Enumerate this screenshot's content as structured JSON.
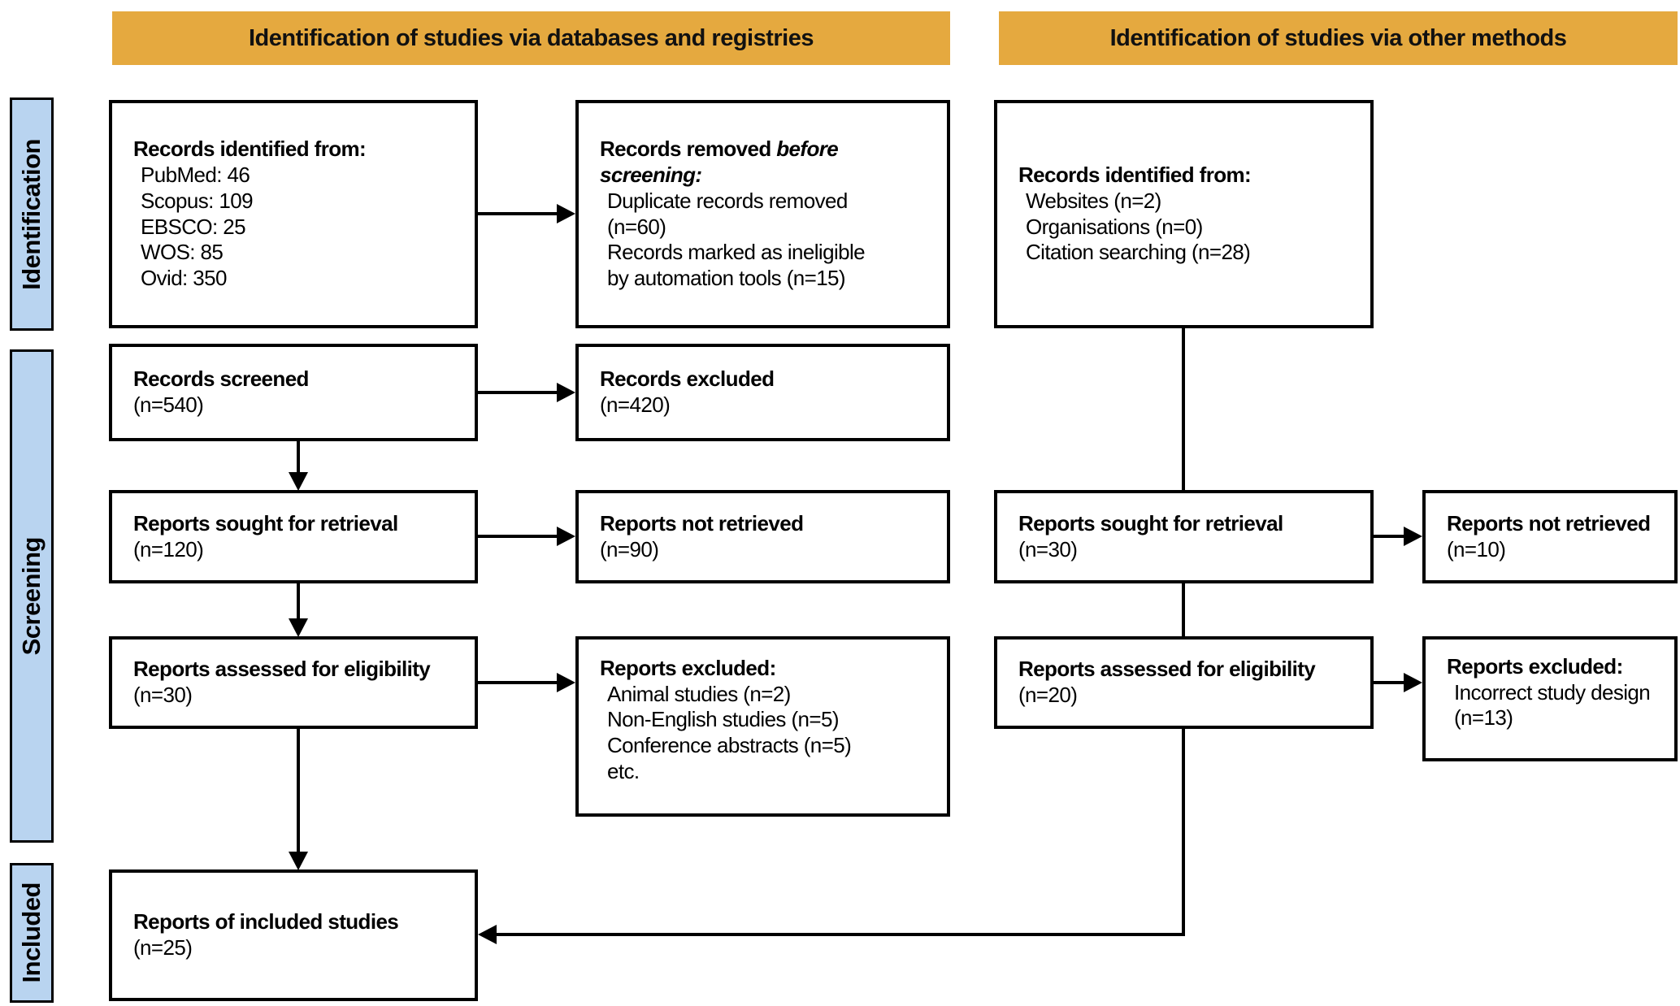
{
  "headers": {
    "left": "Identification of studies via databases and registries",
    "right": "Identification of studies via other methods"
  },
  "stages": {
    "identification": "Identification",
    "screening": "Screening",
    "included": "Included"
  },
  "boxes": {
    "db_identified": {
      "title": "Records identified from:",
      "items": [
        "PubMed: 46",
        "Scopus: 109",
        "EBSCO: 25",
        "WOS: 85",
        "Ovid: 350"
      ]
    },
    "removed_before_screening": {
      "title_normal": "Records removed ",
      "title_italic": "before screening:",
      "items": [
        "Duplicate records removed (n=60)",
        "Records marked as ineligible by automation tools (n=15)"
      ]
    },
    "other_identified": {
      "title": "Records identified from:",
      "items": [
        "Websites (n=2)",
        "Organisations (n=0)",
        "Citation searching (n=28)"
      ]
    },
    "records_screened": {
      "title": "Records screened",
      "count": "(n=540)"
    },
    "records_excluded": {
      "title": "Records excluded",
      "count": "(n=420)"
    },
    "reports_sought_db": {
      "title": "Reports sought for retrieval",
      "count": "(n=120)"
    },
    "reports_not_retrieved_db": {
      "title": "Reports not retrieved",
      "count": "(n=90)"
    },
    "reports_sought_other": {
      "title": "Reports sought for retrieval",
      "count": "(n=30)"
    },
    "reports_not_retrieved_other": {
      "title": "Reports not retrieved",
      "count": "(n=10)"
    },
    "reports_assessed_db": {
      "title": "Reports assessed for eligibility",
      "count": "(n=30)"
    },
    "reports_excluded_db": {
      "title": "Reports excluded:",
      "items": [
        "Animal studies (n=2)",
        "Non-English studies (n=5)",
        "Conference abstracts (n=5)",
        "etc."
      ]
    },
    "reports_assessed_other": {
      "title": "Reports assessed for eligibility",
      "count": "(n=20)"
    },
    "reports_excluded_other": {
      "title": "Reports excluded:",
      "items": [
        "Incorrect study design (n=13)"
      ]
    },
    "included_studies": {
      "title": "Reports of included studies",
      "count": "(n=25)"
    }
  },
  "colors": {
    "header_bg": "#E5A93F",
    "stage_bg": "#B9D4F0",
    "line": "#000000"
  }
}
